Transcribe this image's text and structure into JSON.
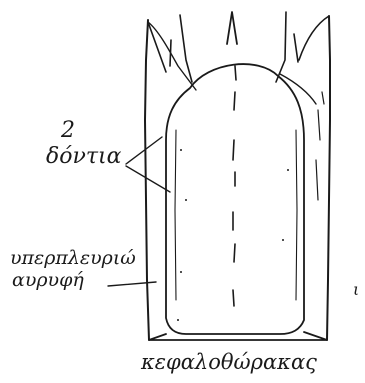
{
  "labels": {
    "teeth_count": "2",
    "teeth": "δόντια",
    "pleural_line1": "υπερπλευριώ",
    "pleural_line2": "αυρυφή",
    "caption": "κεφαλοθώρακας",
    "edge_mark": "ι"
  },
  "colors": {
    "ink": "#1a1a1a",
    "background": "#ffffff"
  }
}
